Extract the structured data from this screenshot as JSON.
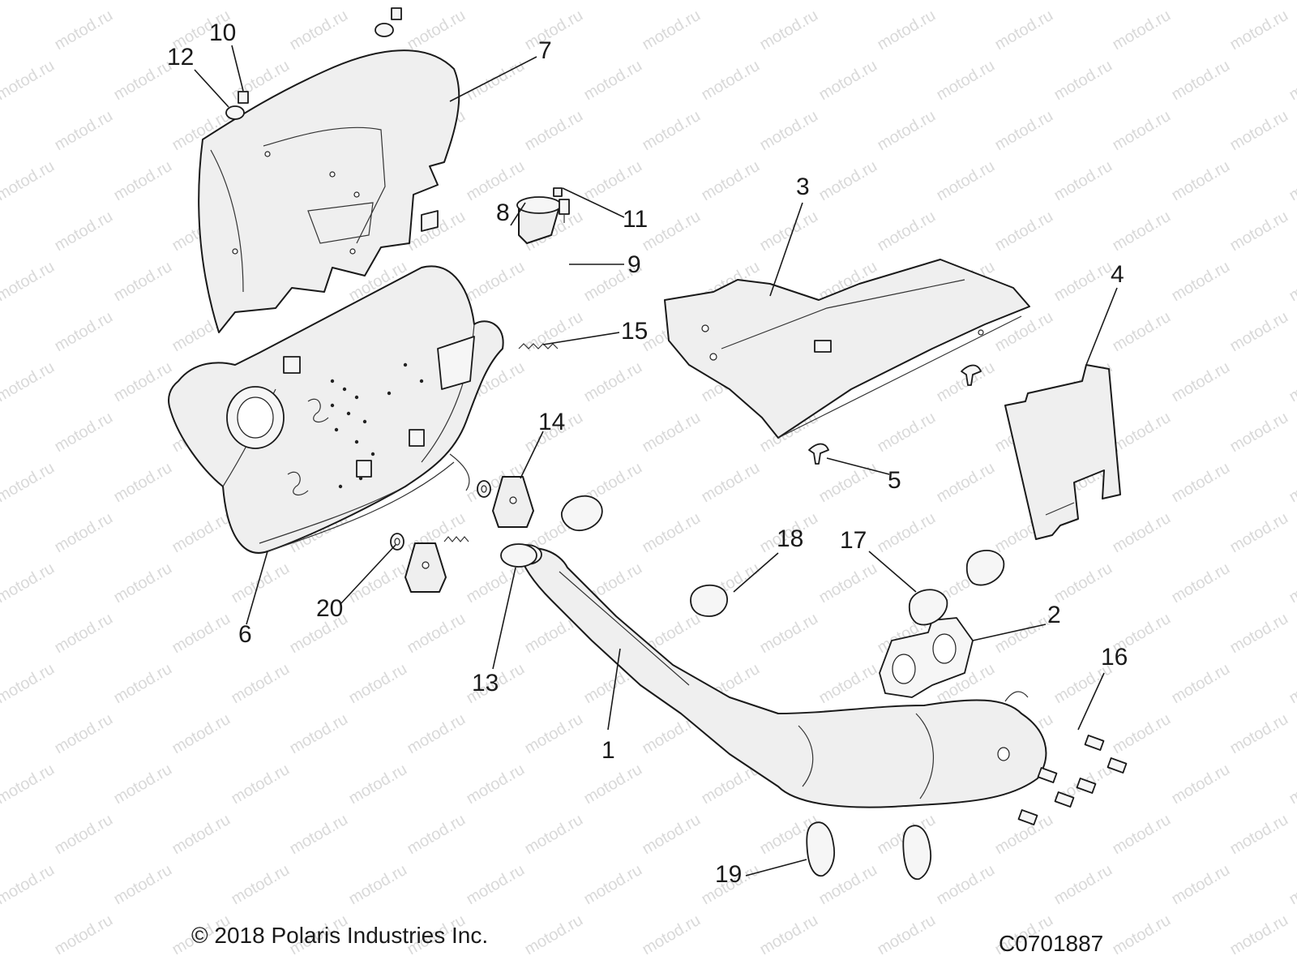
{
  "diagram": {
    "watermark": "motod.ru",
    "callouts": [
      {
        "id": "c1",
        "label": "1"
      },
      {
        "id": "c2",
        "label": "2"
      },
      {
        "id": "c3",
        "label": "3"
      },
      {
        "id": "c4",
        "label": "4"
      },
      {
        "id": "c5",
        "label": "5"
      },
      {
        "id": "c6",
        "label": "6"
      },
      {
        "id": "c7",
        "label": "7"
      },
      {
        "id": "c8",
        "label": "8"
      },
      {
        "id": "c9",
        "label": "9"
      },
      {
        "id": "c10",
        "label": "10"
      },
      {
        "id": "c11",
        "label": "11"
      },
      {
        "id": "c12",
        "label": "12"
      },
      {
        "id": "c13",
        "label": "13"
      },
      {
        "id": "c14",
        "label": "14"
      },
      {
        "id": "c15",
        "label": "15"
      },
      {
        "id": "c16",
        "label": "16"
      },
      {
        "id": "c17",
        "label": "17"
      },
      {
        "id": "c18",
        "label": "18"
      },
      {
        "id": "c19",
        "label": "19"
      },
      {
        "id": "c20",
        "label": "20"
      }
    ]
  },
  "footer": {
    "copyright": "© 2018 Polaris Industries Inc.",
    "drawing_code": "C0701887"
  }
}
